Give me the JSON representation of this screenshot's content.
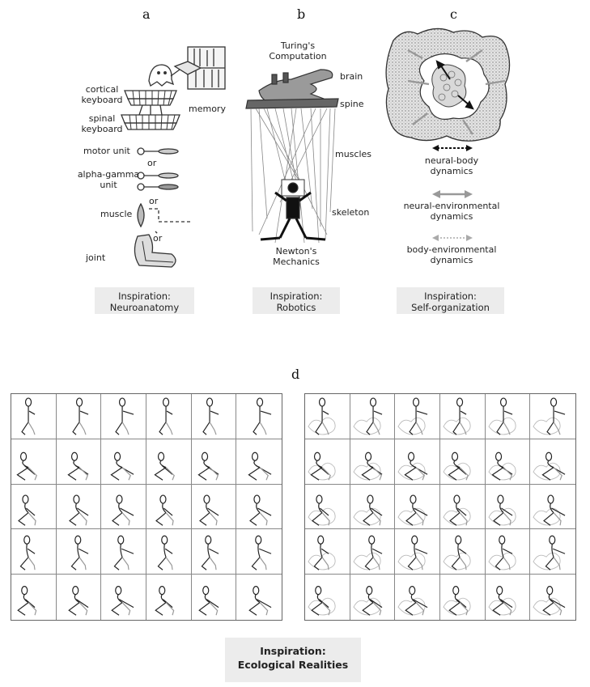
{
  "panels": {
    "a": {
      "letter": "a",
      "labels": {
        "cortical_keyboard": "cortical\nkeyboard",
        "spinal_keyboard": "spinal\nkeyboard",
        "memory": "memory",
        "motor_unit": "motor unit",
        "or1": "or",
        "alpha_gamma_unit": "alpha-gamma\nunit",
        "or2": "or",
        "muscle": "muscle",
        "or3": "or",
        "joint": "joint"
      },
      "inspiration": "Inspiration:\nNeuroanatomy"
    },
    "b": {
      "letter": "b",
      "labels": {
        "turing": "Turing's\nComputation",
        "brain": "brain",
        "spine": "spine",
        "muscles": "muscles",
        "skeleton": "skeleton",
        "newton": "Newton's\nMechanics"
      },
      "inspiration": "Inspiration:\nRobotics"
    },
    "c": {
      "letter": "c",
      "legend": {
        "neural_body": "neural-body\ndynamics",
        "neural_env": "neural-environmental\ndynamics",
        "body_env": "body-environmental\ndynamics"
      },
      "inspiration": "Inspiration:\nSelf-organization"
    },
    "d": {
      "letter": "d",
      "grid_rows": 5,
      "grid_cols": 6,
      "inspiration": "Inspiration:\nEcological Realities"
    }
  }
}
